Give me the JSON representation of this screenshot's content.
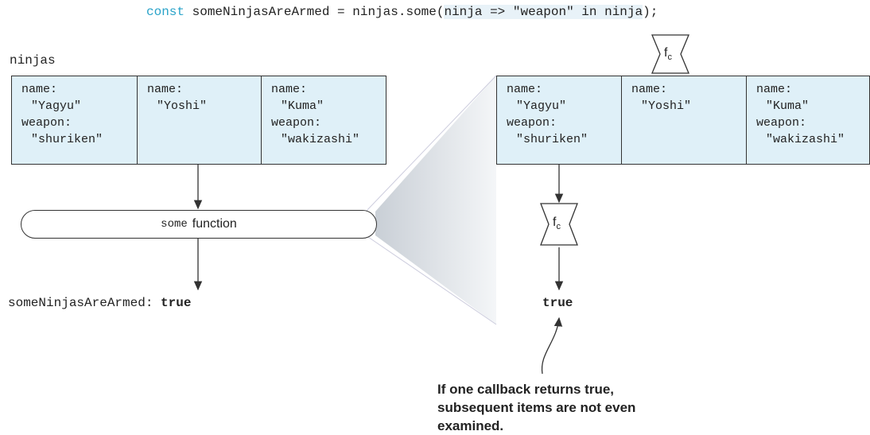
{
  "code": {
    "keyword": "const",
    "prefix": " someNinjasAreArmed = ninjas.some(",
    "callback": "ninja => \"weapon\" in ninja",
    "suffix": ");"
  },
  "ninjas_label": "ninjas",
  "ninjas": [
    {
      "lines": [
        "name:",
        "\"Yagyu\"",
        "weapon:",
        "\"shuriken\""
      ]
    },
    {
      "lines": [
        "name:",
        "\"Yoshi\""
      ]
    },
    {
      "lines": [
        "name:",
        "\"Kuma\"",
        "weapon:",
        "\"wakizashi\""
      ]
    }
  ],
  "function_box": {
    "keyword": "some",
    "label": "function"
  },
  "result_left": {
    "name": "someNinjasAreArmed:",
    "value": "true"
  },
  "result_right": "true",
  "callback_symbol": {
    "base": "f",
    "sub": "c"
  },
  "annotation": [
    "If one callback returns true,",
    "subsequent items are not even",
    "examined."
  ],
  "colors": {
    "cell_fill": "#dff0f8",
    "keyword": "#2aa3c9",
    "highlight": "#e8f2f8",
    "zoom_fill": "#e6eaee"
  }
}
